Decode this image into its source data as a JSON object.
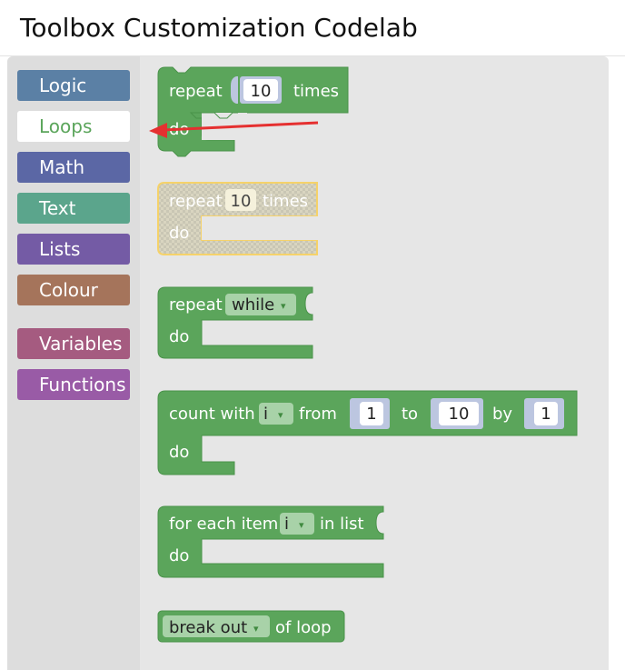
{
  "page": {
    "title": "Toolbox Customization Codelab"
  },
  "toolbox": {
    "categories": [
      {
        "label": "Logic",
        "color": "#5b80a5"
      },
      {
        "label": "Loops",
        "color": "#5ba55b",
        "selected": true
      },
      {
        "label": "Math",
        "color": "#5b67a5"
      },
      {
        "label": "Text",
        "color": "#5ba58c"
      },
      {
        "label": "Lists",
        "color": "#745ba5"
      },
      {
        "label": "Colour",
        "color": "#a5745b"
      },
      {
        "label": "Variables",
        "color": "#a55b80"
      },
      {
        "label": "Functions",
        "color": "#995ba6"
      }
    ]
  },
  "blocks": {
    "repeat_times": {
      "repeat": "repeat",
      "count": "10",
      "times": "times",
      "do": "do"
    },
    "repeat_ghost": {
      "repeat": "repeat",
      "count": "10",
      "times": "times",
      "do": "do"
    },
    "repeat_while": {
      "repeat": "repeat",
      "mode": "while",
      "do": "do"
    },
    "count_with": {
      "count_with": "count with",
      "var": "i",
      "from": "from",
      "from_val": "1",
      "to": "to",
      "to_val": "10",
      "by": "by",
      "by_val": "1",
      "do": "do"
    },
    "for_each": {
      "for_each_item": "for each item",
      "var": "i",
      "in_list": "in list",
      "do": "do"
    },
    "break_out": {
      "mode": "break out",
      "of_loop": "of loop"
    }
  },
  "colors": {
    "loop_block": "#5ba55b",
    "loop_block_dark": "#3f8a3f",
    "ghost_fill": "#e8e0a0",
    "ghost_stroke": "#f5d26a",
    "number_input": "#bcc6e0",
    "dropdown": "#a8d2a8",
    "arrow": "#e53030"
  }
}
